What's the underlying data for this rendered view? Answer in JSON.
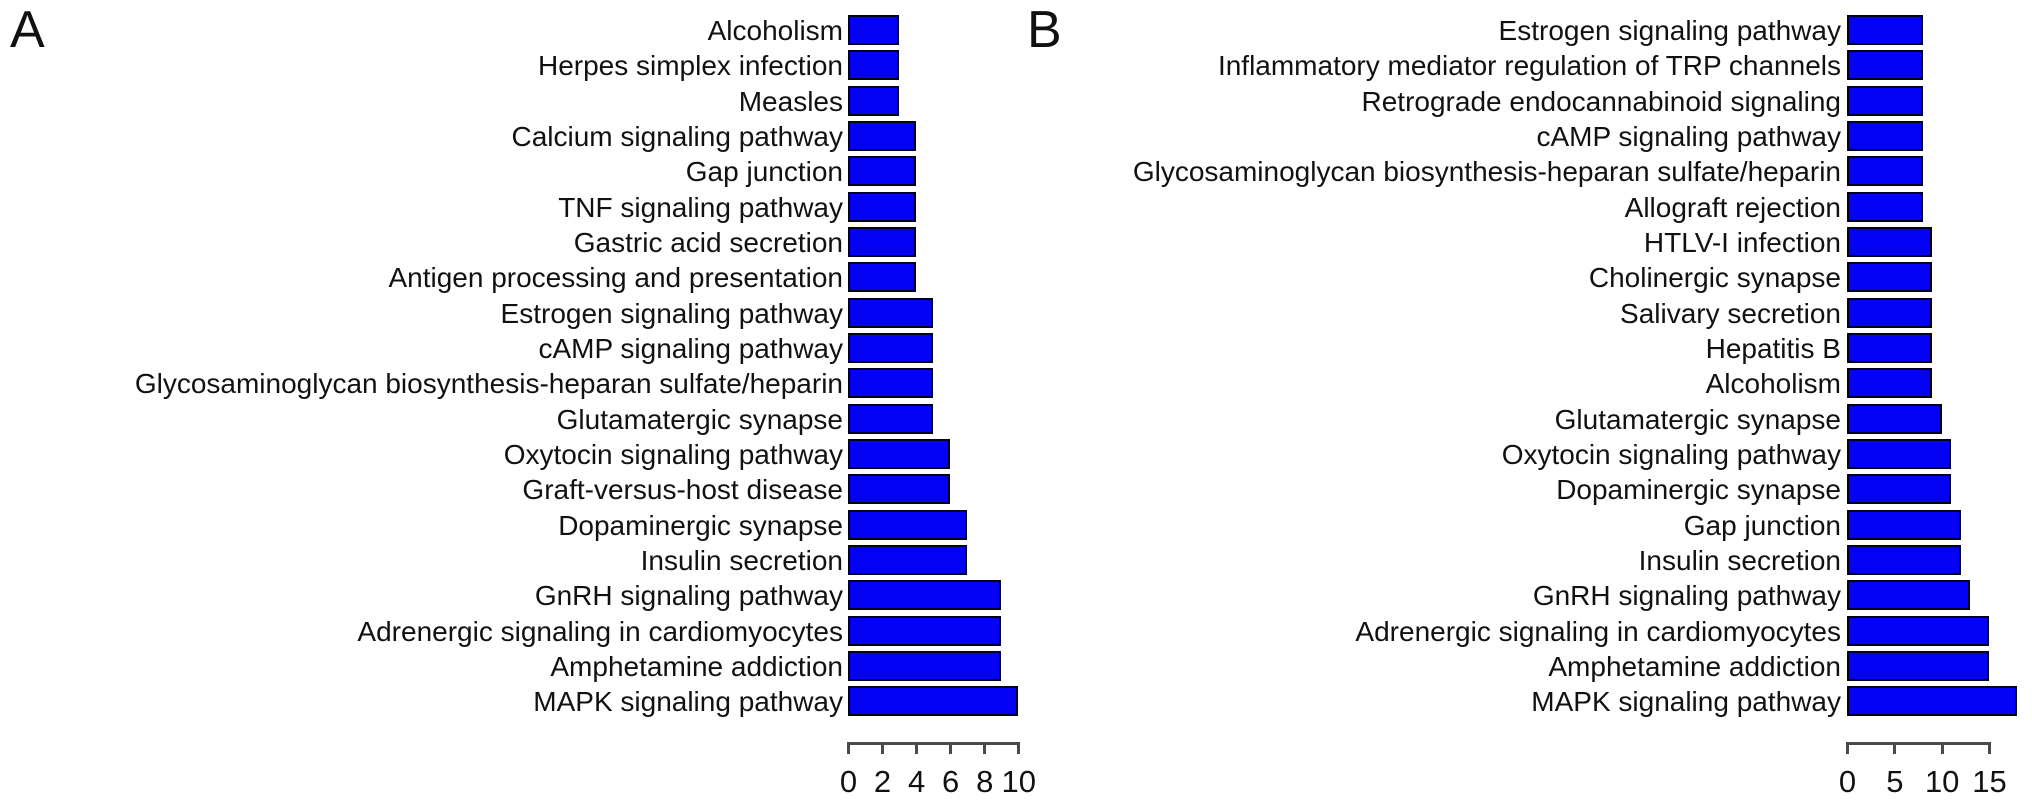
{
  "figure_description": "Two-panel horizontal bar chart of enriched KEGG pathways (panels A and B)",
  "colors": {
    "bar_fill": "#0402f5",
    "bar_border": "#00001c",
    "axis": "#4a4a4a",
    "text": "#111111",
    "background": "#ffffff"
  },
  "chart_data": [
    {
      "type": "bar",
      "orientation": "horizontal",
      "panel_label": "A",
      "title": "",
      "xlabel": "",
      "ylabel": "",
      "grid": false,
      "legend": null,
      "x_ticks": [
        0,
        2,
        4,
        6,
        8,
        10
      ],
      "xlim": [
        0,
        10
      ],
      "categories": [
        "Alcoholism",
        "Herpes simplex infection",
        "Measles",
        "Calcium signaling pathway",
        "Gap junction",
        "TNF signaling pathway",
        "Gastric acid secretion",
        "Antigen processing and presentation",
        "Estrogen signaling pathway",
        "cAMP signaling pathway",
        "Glycosaminoglycan biosynthesis-heparan sulfate/heparin",
        "Glutamatergic synapse",
        "Oxytocin signaling pathway",
        "Graft-versus-host disease",
        "Dopaminergic synapse",
        "Insulin secretion",
        "GnRH signaling pathway",
        "Adrenergic signaling in cardiomyocytes",
        "Amphetamine addiction",
        "MAPK signaling pathway"
      ],
      "values": [
        3,
        3,
        3,
        4,
        4,
        4,
        4,
        4,
        5,
        5,
        5,
        5,
        6,
        6,
        7,
        7,
        9,
        9,
        9,
        10
      ]
    },
    {
      "type": "bar",
      "orientation": "horizontal",
      "panel_label": "B",
      "title": "",
      "xlabel": "",
      "ylabel": "",
      "grid": false,
      "legend": null,
      "x_ticks": [
        0,
        5,
        10,
        15
      ],
      "xlim": [
        0,
        18
      ],
      "categories": [
        "Estrogen signaling pathway",
        "Inflammatory mediator regulation of TRP channels",
        "Retrograde endocannabinoid signaling",
        "cAMP signaling pathway",
        "Glycosaminoglycan biosynthesis-heparan sulfate/heparin",
        "Allograft rejection",
        "HTLV-I infection",
        "Cholinergic synapse",
        "Salivary secretion",
        "Hepatitis B",
        "Alcoholism",
        "Glutamatergic synapse",
        "Oxytocin signaling pathway",
        "Dopaminergic synapse",
        "Gap junction",
        "Insulin secretion",
        "GnRH signaling pathway",
        "Adrenergic signaling in cardiomyocytes",
        "Amphetamine addiction",
        "MAPK signaling pathway"
      ],
      "values": [
        8,
        8,
        8,
        8,
        8,
        8,
        9,
        9,
        9,
        9,
        9,
        10,
        11,
        11,
        12,
        12,
        13,
        15,
        15,
        18
      ]
    }
  ]
}
